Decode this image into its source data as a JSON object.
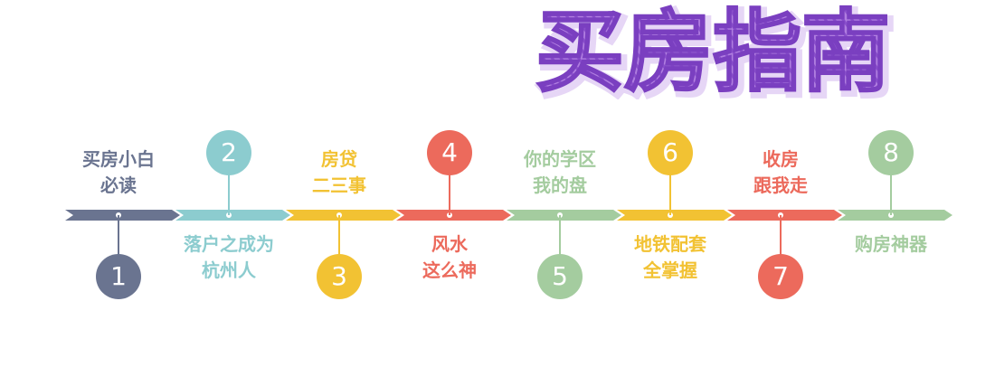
{
  "title": "买房指南",
  "colors": {
    "title_fill": "#a06ad8",
    "title_outline": "#9a5fd4"
  },
  "steps": [
    {
      "number": "1",
      "lines": [
        "买房小白",
        "必读"
      ],
      "color": "#6a7490",
      "number_position": "below"
    },
    {
      "number": "2",
      "lines": [
        "落户之成为",
        "杭州人"
      ],
      "color": "#8ccccf",
      "number_position": "above"
    },
    {
      "number": "3",
      "lines": [
        "房贷",
        "二三事"
      ],
      "color": "#f2c233",
      "number_position": "below"
    },
    {
      "number": "4",
      "lines": [
        "风水",
        "这么神"
      ],
      "color": "#ec6a5c",
      "number_position": "above"
    },
    {
      "number": "5",
      "lines": [
        "你的学区",
        "我的盘"
      ],
      "color": "#a4cc9f",
      "number_position": "below"
    },
    {
      "number": "6",
      "lines": [
        "地铁配套",
        "全掌握"
      ],
      "color": "#f2c233",
      "number_position": "above"
    },
    {
      "number": "7",
      "lines": [
        "收房",
        "跟我走"
      ],
      "color": "#ec6a5c",
      "number_position": "below"
    },
    {
      "number": "8",
      "lines": [
        "购房神器"
      ],
      "color": "#a4cc9f",
      "number_position": "above"
    }
  ]
}
